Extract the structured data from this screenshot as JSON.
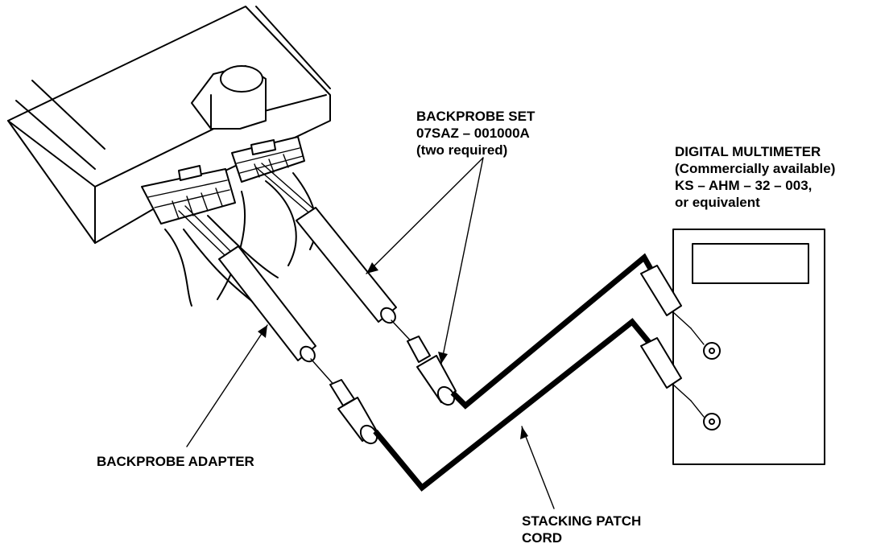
{
  "labels": {
    "backprobe_set": {
      "line1": "BACKPROBE SET",
      "line2": "07SAZ – 001000A",
      "line3": "(two required)"
    },
    "digital_multimeter": {
      "line1": "DIGITAL MULTIMETER",
      "line2": "(Commercially available)",
      "line3": "KS – AHM – 32 – 003,",
      "line4": "or equivalent"
    },
    "backprobe_adapter": "BACKPROBE ADAPTER",
    "stacking_patch_cord": {
      "line1": "STACKING PATCH",
      "line2": "CORD"
    }
  },
  "colors": {
    "ink": "#000000",
    "background": "#ffffff"
  }
}
